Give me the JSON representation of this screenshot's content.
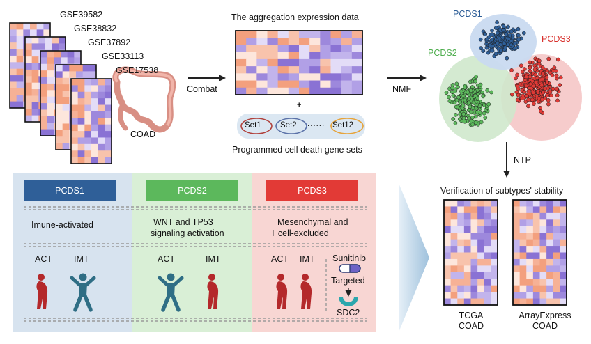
{
  "datasets": [
    "GSE39582",
    "GSE38832",
    "GSE37892",
    "GSE33113",
    "GSE17538"
  ],
  "coad_label": "COAD",
  "combat_label": "Combat",
  "aggregation_title": "The aggregation expression data",
  "plus": "+",
  "gene_sets": {
    "set1": "Set1",
    "set2": "Set2",
    "dots": "......",
    "set12": "Set12"
  },
  "gene_sets_caption": "Programmed cell death gene sets",
  "nmf_label": "NMF",
  "ntp_label": "NTP",
  "clusters": {
    "c1": "PCDS1",
    "c2": "PCDS2",
    "c3": "PCDS3"
  },
  "subtypes": [
    {
      "name": "PCDS1",
      "desc1": "Imune-activated",
      "desc2": "",
      "act": "ACT",
      "imt": "IMT"
    },
    {
      "name": "PCDS2",
      "desc1": "WNT and TP53",
      "desc2": "signaling activation",
      "act": "ACT",
      "imt": "IMT"
    },
    {
      "name": "PCDS3",
      "desc1": "Mesenchymal and",
      "desc2": "T cell-excluded",
      "act": "ACT",
      "imt": "IMT"
    }
  ],
  "drug": {
    "name": "Sunitinib",
    "action": "Targeted",
    "target": "SDC2"
  },
  "verification": {
    "title": "Verification of subtypes' stability",
    "tcga_line1": "TCGA",
    "tcga_line2": "COAD",
    "ae_line1": "ArrayExpress",
    "ae_line2": "COAD"
  },
  "colors": {
    "pcds1": "#2f5f98",
    "pcds2": "#5cb85c",
    "pcds3": "#e03a36",
    "heat_high": "#f3a07e",
    "heat_low": "#9d88dc",
    "figure_sick": "#b4292b",
    "figure_active": "#2f6e85"
  }
}
